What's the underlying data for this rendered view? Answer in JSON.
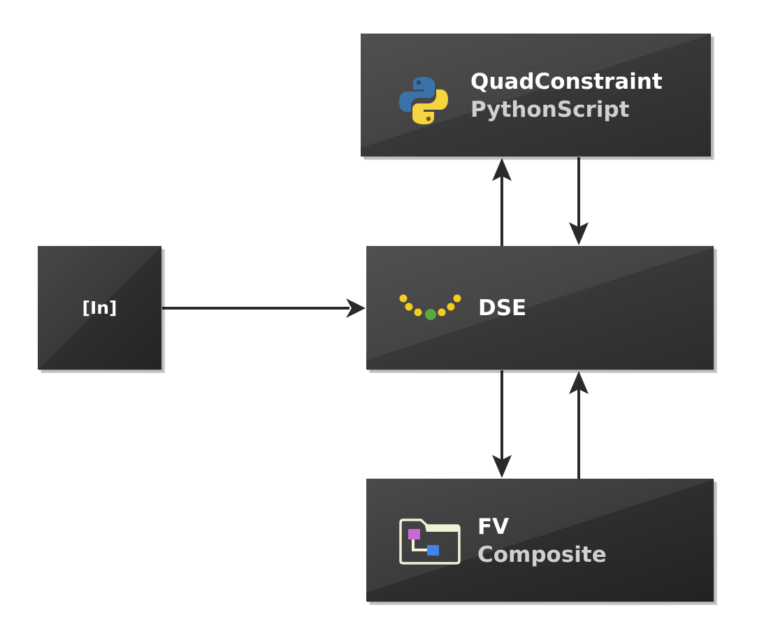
{
  "nodes": {
    "input": {
      "label": "[In]"
    },
    "quad_constraint": {
      "title": "QuadConstraint",
      "subtitle": "PythonScript",
      "icon": "python-icon"
    },
    "dse": {
      "title": "DSE",
      "icon": "dse-dots-icon"
    },
    "fv": {
      "title": "FV",
      "subtitle": "Composite",
      "icon": "composite-folder-icon"
    }
  },
  "edges": [
    {
      "from": "input",
      "to": "dse"
    },
    {
      "from": "dse",
      "to": "quad_constraint"
    },
    {
      "from": "quad_constraint",
      "to": "dse"
    },
    {
      "from": "dse",
      "to": "fv"
    },
    {
      "from": "fv",
      "to": "dse"
    }
  ],
  "colors": {
    "node_bg": "#3a3a3a",
    "arrow": "#2a2a2a",
    "title_text": "#ffffff",
    "subtitle_text": "#d0d0d0",
    "python_blue": "#3b73a8",
    "python_yellow": "#f6d33f",
    "dse_yellow": "#f3cf1c",
    "dse_green": "#5aac3a",
    "folder_outline": "#f3f0d8",
    "folder_purple": "#c86ad6",
    "folder_blue": "#3f86e8"
  }
}
